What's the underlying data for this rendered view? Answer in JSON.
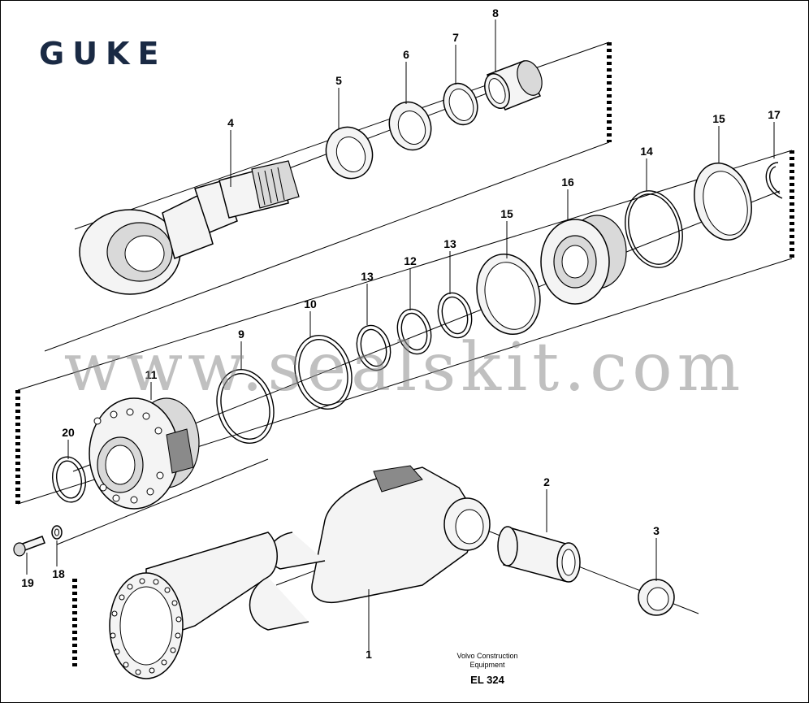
{
  "logo": "GUKE",
  "watermark": "www.sealskit.com",
  "caption": {
    "line1": "Volvo Construction",
    "line2": "Equipment",
    "code": "EL 324"
  },
  "callouts": [
    "1",
    "2",
    "3",
    "4",
    "5",
    "6",
    "7",
    "8",
    "9",
    "10",
    "11",
    "12",
    "13",
    "13",
    "14",
    "15",
    "15",
    "16",
    "17",
    "18",
    "19",
    "20"
  ],
  "colors": {
    "logo": "#1a2a44",
    "watermark": "#8c8c8c",
    "lines": "#000000"
  }
}
